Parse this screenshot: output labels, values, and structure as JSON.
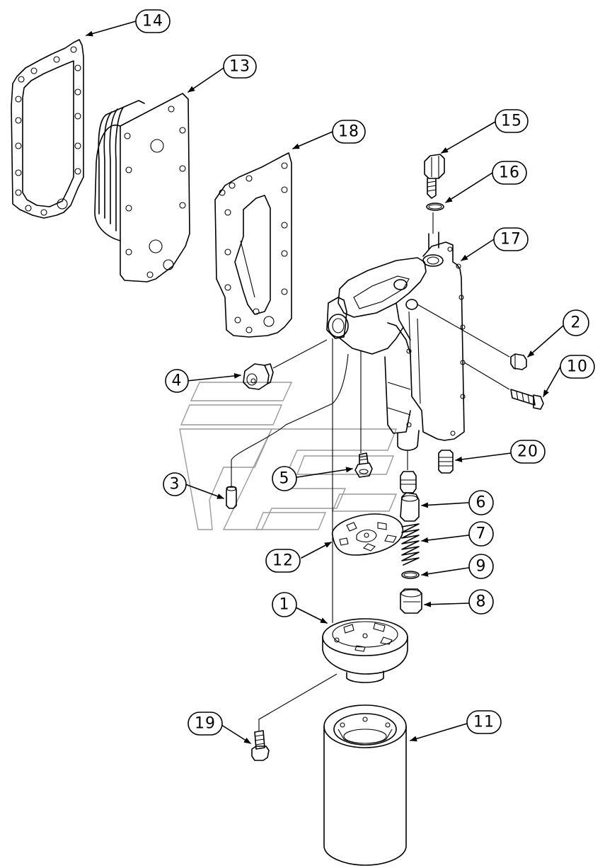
{
  "diagram": {
    "callouts": [
      {
        "id": "c14",
        "label": "14"
      },
      {
        "id": "c13",
        "label": "13"
      },
      {
        "id": "c18",
        "label": "18"
      },
      {
        "id": "c15",
        "label": "15"
      },
      {
        "id": "c16",
        "label": "16"
      },
      {
        "id": "c17",
        "label": "17"
      },
      {
        "id": "c2",
        "label": "2"
      },
      {
        "id": "c10",
        "label": "10"
      },
      {
        "id": "c4",
        "label": "4"
      },
      {
        "id": "c20",
        "label": "20"
      },
      {
        "id": "c5",
        "label": "5"
      },
      {
        "id": "c3",
        "label": "3"
      },
      {
        "id": "c6",
        "label": "6"
      },
      {
        "id": "c7",
        "label": "7"
      },
      {
        "id": "c12",
        "label": "12"
      },
      {
        "id": "c9",
        "label": "9"
      },
      {
        "id": "c8",
        "label": "8"
      },
      {
        "id": "c1",
        "label": "1"
      },
      {
        "id": "c19",
        "label": "19"
      },
      {
        "id": "c11",
        "label": "11"
      }
    ]
  }
}
